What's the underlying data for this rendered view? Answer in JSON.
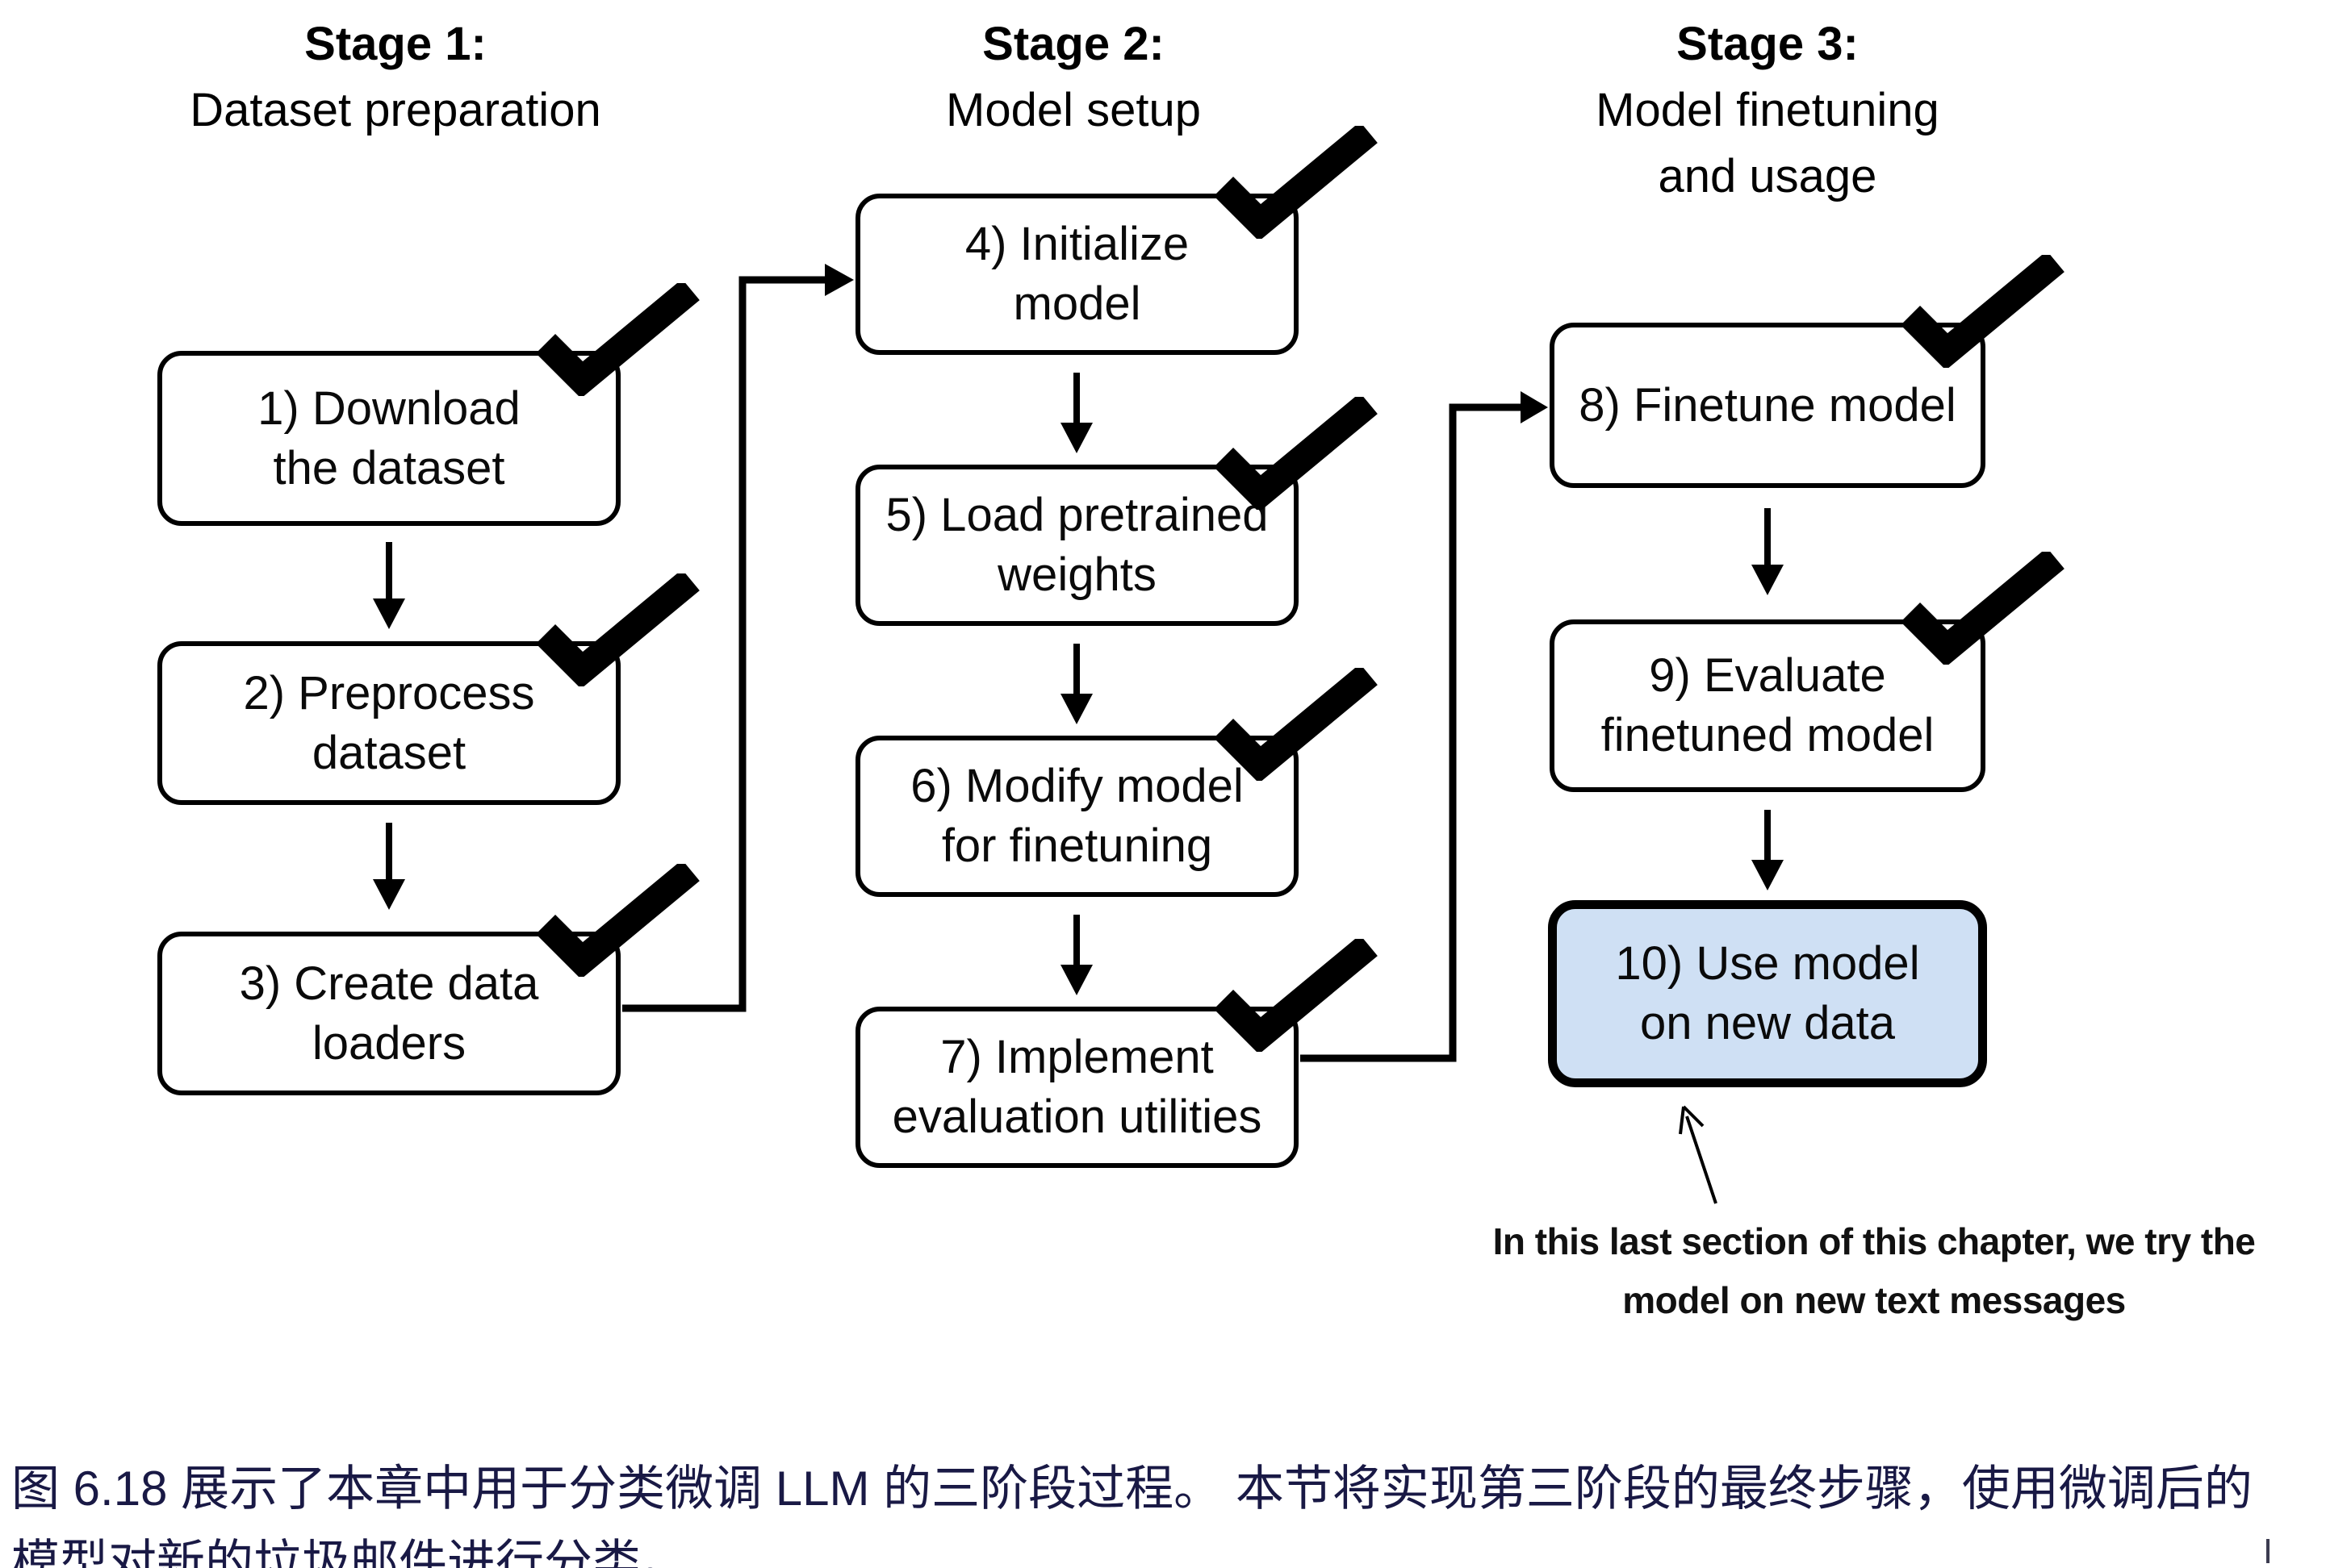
{
  "figure": {
    "stages": [
      {
        "title": "Stage 1:",
        "subtitle": "Dataset preparation",
        "steps": [
          {
            "label": "1) Download\nthe dataset",
            "done": true
          },
          {
            "label": "2) Preprocess\ndataset",
            "done": true
          },
          {
            "label": "3) Create data\nloaders",
            "done": true
          }
        ]
      },
      {
        "title": "Stage 2:",
        "subtitle": "Model setup",
        "steps": [
          {
            "label": "4) Initialize\nmodel",
            "done": true
          },
          {
            "label": "5) Load pretrained\nweights",
            "done": true
          },
          {
            "label": "6) Modify model\nfor finetuning",
            "done": true
          },
          {
            "label": "7) Implement\nevaluation utilities",
            "done": true
          }
        ]
      },
      {
        "title": "Stage 3:",
        "subtitle": "Model finetuning\nand usage",
        "steps": [
          {
            "label": "8) Finetune model",
            "done": true
          },
          {
            "label": "9) Evaluate\nfinetuned model",
            "done": true
          },
          {
            "label": "10) Use model\non new data",
            "done": false,
            "highlighted": true
          }
        ]
      }
    ],
    "annotation": {
      "text": "In this last section of this chapter, we try the\nmodel on new text messages"
    },
    "caption": {
      "line1": "图 6.18 展示了本章中用于分类微调 LLM 的三阶段过程。 本节将实现第三阶段的最终步骤，使用微调后的",
      "line2": "模型对新的垃圾邮件进行分类。"
    },
    "icons": {
      "checkmark": "✓",
      "arrow_down": "↓",
      "arrow_right": "→",
      "annotation_arrow": "↖"
    },
    "colors": {
      "box_fill": "#ffffff",
      "box_border": "#000000",
      "highlight_fill": "#cfe0f4",
      "connector": "#000000",
      "annotation_text": "#111111",
      "caption_text": "#191945"
    }
  }
}
